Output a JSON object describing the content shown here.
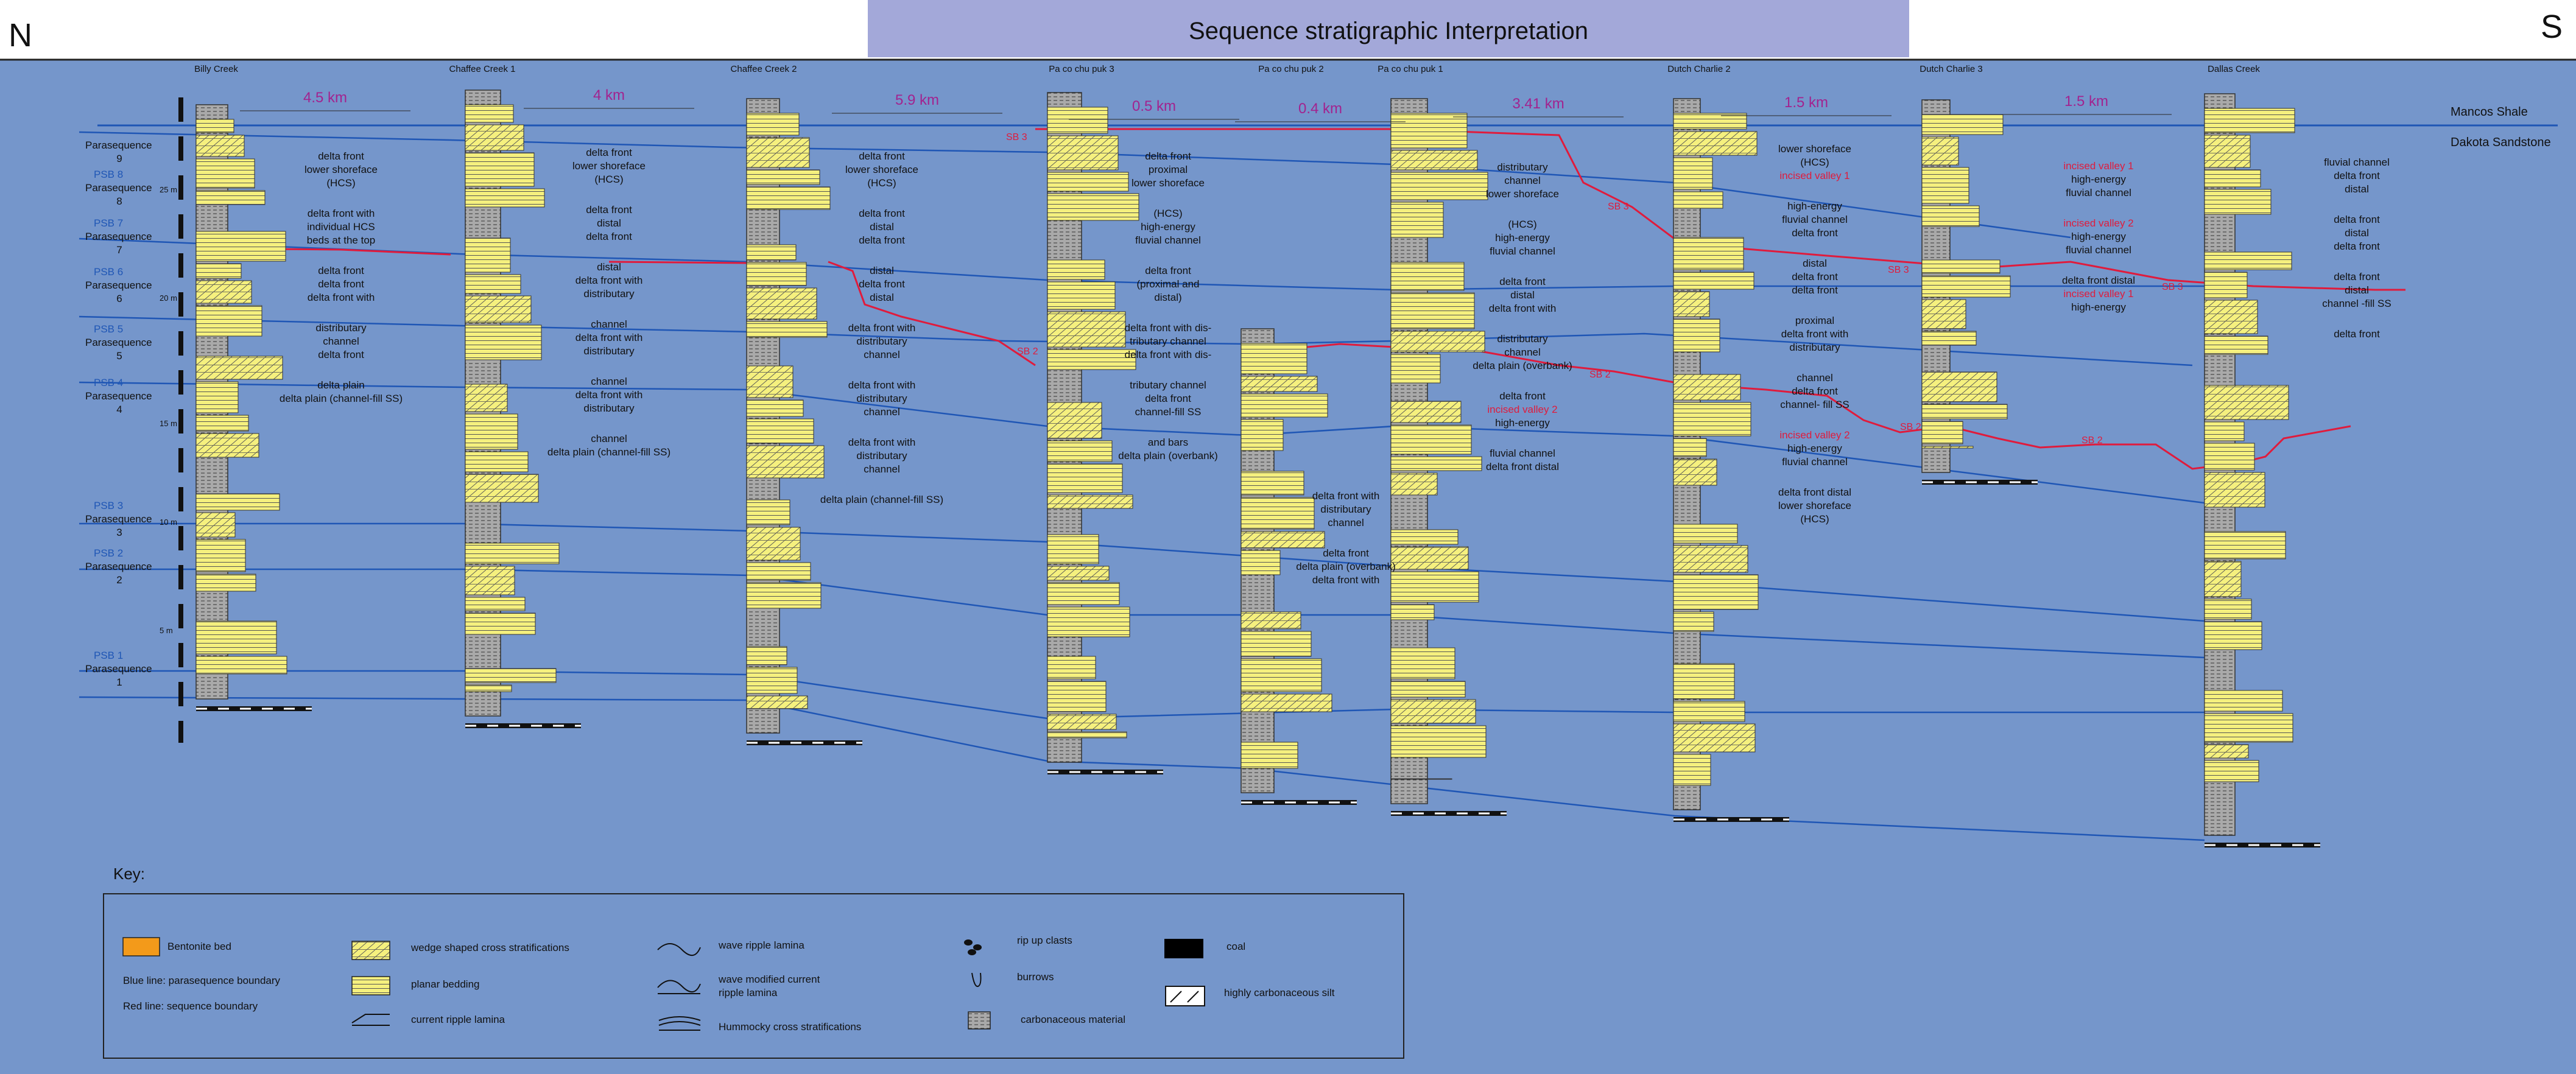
{
  "header": {
    "title": "Sequence stratigraphic Interpretation",
    "compass_left": "N",
    "compass_right": "S"
  },
  "colors": {
    "background": "#7596cb",
    "title_band": "#a3a8d9",
    "sandstone": "#f5f07e",
    "shale": "#b0b0b0",
    "parasequence_boundary": "#1f56b5",
    "sequence_boundary": "#e01b3c",
    "distance_label": "#a2238f",
    "incised_label": "#e01b3c",
    "psb_label": "#1f56b5",
    "coal": "#000000",
    "bentonite": "#f39a1a"
  },
  "wells": [
    {
      "name": "Billy Creek"
    },
    {
      "name": "Chaffee Creek 1"
    },
    {
      "name": "Chaffee Creek 2"
    },
    {
      "name": "Pa co chu puk 3"
    },
    {
      "name": "Pa co chu puk 2"
    },
    {
      "name": "Pa co chu puk 1"
    },
    {
      "name": "Dutch Charlie  2"
    },
    {
      "name": "Dutch Charlie 3"
    },
    {
      "name": "Dallas Creek"
    }
  ],
  "distances": [
    "4.5 km",
    "4 km",
    "5.9 km",
    "0.5 km",
    "0.4 km",
    "3.41 km",
    "1.5 km",
    "1.5 km"
  ],
  "formations": {
    "top": "Mancos Shale",
    "bottom": "Dakota Sandstone"
  },
  "scale_marks": [
    "25 m",
    "20 m",
    "15 m",
    "10 m",
    "5 m"
  ],
  "parasequences": [
    {
      "psb": "",
      "name": "Parasequence",
      "num": "9"
    },
    {
      "psb": "PSB 8",
      "name": "Parasequence",
      "num": "8"
    },
    {
      "psb": "PSB 7",
      "name": "Parasequence",
      "num": "7"
    },
    {
      "psb": "PSB 6",
      "name": "Parasequence",
      "num": "6"
    },
    {
      "psb": "PSB 5",
      "name": "Parasequence",
      "num": "5"
    },
    {
      "psb": "PSB 4",
      "name": "Parasequence",
      "num": "4"
    },
    {
      "psb": "PSB 3",
      "name": "Parasequence",
      "num": "3"
    },
    {
      "psb": "PSB 2",
      "name": "Parasequence",
      "num": "2"
    },
    {
      "psb": "PSB 1",
      "name": "Parasequence",
      "num": "1"
    }
  ],
  "sequence_boundaries": [
    "SB 3",
    "SB 3",
    "SB 3",
    "SB 3",
    "SB 2",
    "SB 2",
    "SB 2",
    "SB 2"
  ],
  "facies_labels": [
    {
      "text": "delta front"
    },
    {
      "text": "lower shoreface"
    },
    {
      "text": "(HCS)"
    },
    {
      "text": "delta front with"
    },
    {
      "text": "individual HCS"
    },
    {
      "text": "beds at the top"
    },
    {
      "text": "delta front"
    },
    {
      "text": "delta front"
    },
    {
      "text": "delta front with"
    },
    {
      "text": "distributary"
    },
    {
      "text": "channel"
    },
    {
      "text": "delta front"
    },
    {
      "text": "delta plain"
    },
    {
      "text": "delta plain (channel-fill SS)"
    },
    {
      "text": "delta front"
    },
    {
      "text": "lower shoreface"
    },
    {
      "text": "(HCS)"
    },
    {
      "text": "delta front"
    },
    {
      "text": "distal"
    },
    {
      "text": "delta front"
    },
    {
      "text": "distal"
    },
    {
      "text": "delta front with"
    },
    {
      "text": "distributary"
    },
    {
      "text": "channel"
    },
    {
      "text": "delta front with"
    },
    {
      "text": "distributary"
    },
    {
      "text": "channel"
    },
    {
      "text": "delta front with"
    },
    {
      "text": "distributary"
    },
    {
      "text": "channel"
    },
    {
      "text": "delta plain (channel-fill SS)"
    },
    {
      "text": "delta front"
    },
    {
      "text": "lower shoreface"
    },
    {
      "text": "(HCS)"
    },
    {
      "text": "delta front"
    },
    {
      "text": "distal"
    },
    {
      "text": "delta front"
    },
    {
      "text": "distal"
    },
    {
      "text": "delta front"
    },
    {
      "text": "distal"
    },
    {
      "text": "delta front with"
    },
    {
      "text": "distributary"
    },
    {
      "text": "channel"
    },
    {
      "text": "delta front with"
    },
    {
      "text": "distributary"
    },
    {
      "text": "channel"
    },
    {
      "text": "delta front with"
    },
    {
      "text": "distributary"
    },
    {
      "text": "channel"
    },
    {
      "text": "delta plain (channel-fill SS)"
    },
    {
      "text": "delta front"
    },
    {
      "text": "proximal"
    },
    {
      "text": "lower shoreface"
    },
    {
      "text": "(HCS)"
    },
    {
      "text": "high-energy"
    },
    {
      "text": "fluvial channel"
    },
    {
      "text": "delta front"
    },
    {
      "text": "(proximal and"
    },
    {
      "text": "distal)"
    },
    {
      "text": "delta front with dis-"
    },
    {
      "text": "tributary channel"
    },
    {
      "text": "delta front with dis-"
    },
    {
      "text": "tributary channel"
    },
    {
      "text": "delta front"
    },
    {
      "text": "channel-fill SS"
    },
    {
      "text": "and bars"
    },
    {
      "text": "delta plain (overbank)"
    },
    {
      "text": "delta front with"
    },
    {
      "text": "distributary"
    },
    {
      "text": "channel"
    },
    {
      "text": "delta front"
    },
    {
      "text": "delta plain (overbank)"
    },
    {
      "text": "delta front with"
    },
    {
      "text": "distributary"
    },
    {
      "text": "channel"
    },
    {
      "text": "lower shoreface"
    },
    {
      "text": "(HCS)"
    },
    {
      "text": "high-energy"
    },
    {
      "text": "fluvial channel"
    },
    {
      "text": "delta front"
    },
    {
      "text": "distal"
    },
    {
      "text": "delta front with"
    },
    {
      "text": "distributary"
    },
    {
      "text": "channel"
    },
    {
      "text": "delta plain (overbank)"
    },
    {
      "text": "delta front"
    },
    {
      "text": "incised valley 2"
    },
    {
      "text": "high-energy"
    },
    {
      "text": "fluvial channel"
    },
    {
      "text": "delta front distal"
    },
    {
      "text": "lower shoreface"
    },
    {
      "text": "(HCS)"
    },
    {
      "text": "incised valley 1"
    },
    {
      "text": "high-energy"
    },
    {
      "text": "fluvial channel"
    },
    {
      "text": "delta front"
    },
    {
      "text": "distal"
    },
    {
      "text": "delta front"
    },
    {
      "text": "delta front"
    },
    {
      "text": "proximal"
    },
    {
      "text": "delta front with"
    },
    {
      "text": "distributary"
    },
    {
      "text": "channel"
    },
    {
      "text": "delta front"
    },
    {
      "text": "channel- fill SS"
    },
    {
      "text": "incised valley 2"
    },
    {
      "text": "high-energy"
    },
    {
      "text": "fluvial channel"
    },
    {
      "text": "delta front distal"
    },
    {
      "text": "lower shoreface"
    },
    {
      "text": "(HCS)"
    },
    {
      "text": "incised valley 1"
    },
    {
      "text": "high-energy"
    },
    {
      "text": "fluvial channel"
    },
    {
      "text": "incised valley 2"
    },
    {
      "text": "high-energy"
    },
    {
      "text": "fluvial channel"
    },
    {
      "text": "delta front distal"
    },
    {
      "text": "incised valley 1"
    },
    {
      "text": "high-energy"
    },
    {
      "text": "fluvial channel"
    },
    {
      "text": "delta front"
    },
    {
      "text": "distal"
    },
    {
      "text": "delta front"
    },
    {
      "text": "distal"
    },
    {
      "text": "delta front"
    },
    {
      "text": "delta front"
    },
    {
      "text": "distal"
    },
    {
      "text": "channel -fill SS"
    },
    {
      "text": "delta front"
    }
  ],
  "key": {
    "title": "Key:",
    "bentonite": "Bentonite bed",
    "blue_line": "Blue line: parasequence boundary",
    "red_line": "Red line: sequence boundary",
    "wedge": "wedge shaped cross stratifications",
    "planar": "planar bedding",
    "current_ripple": "current ripple lamina",
    "wave_ripple": "wave ripple lamina",
    "wave_modified_1": "wave modified current",
    "wave_modified_2": "ripple lamina",
    "hummocky": "Hummocky cross stratifications",
    "rip_up": "rip up clasts",
    "burrows": "burrows",
    "carbonaceous": "carbonaceous material",
    "coal": "coal",
    "highly_carb": "highly carbonaceous silt"
  }
}
